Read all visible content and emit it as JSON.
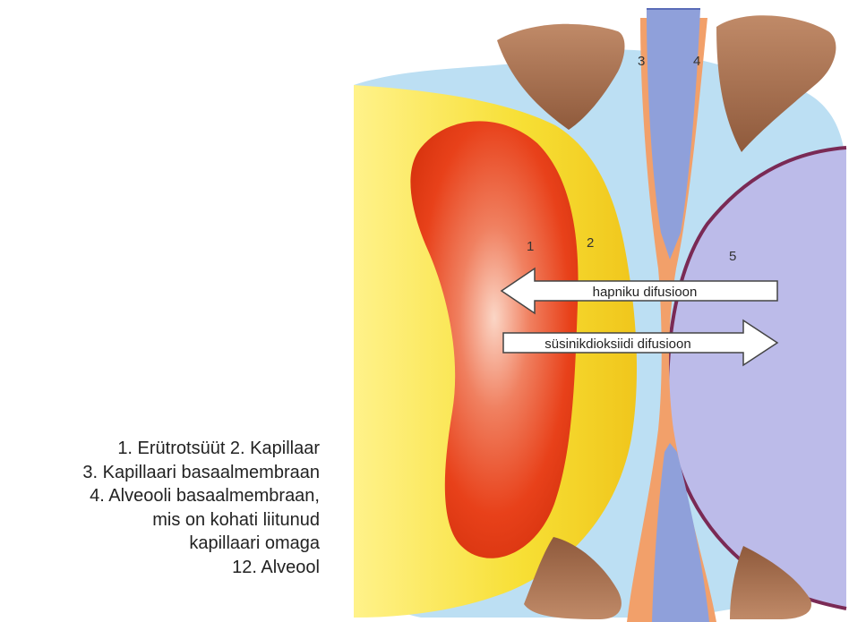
{
  "labels": {
    "n1": "1",
    "n2": "2",
    "n3": "3",
    "n4": "4",
    "n5": "5"
  },
  "arrows": {
    "oxygen": "hapniku difusioon",
    "co2": "süsinikdioksiidi difusioon"
  },
  "caption": {
    "lines": [
      "1. Erütrotsüüt 2. Kapillaar",
      "3. Kapillaari basaalmembraan",
      "4. Alveooli basaalmembraan,",
      "mis on kohati liitunud",
      "kapillaari omaga",
      "12. Alveool"
    ]
  },
  "colors": {
    "alveolus": "#b9b9e8",
    "alveolus_border": "#7a2a55",
    "interstitium": "#b9dcf2",
    "capillary": "#f7df34",
    "erythrocyte": "#e8411a",
    "membrane": "#f2a06a",
    "channel": "#8e9ed8",
    "tissue": "#a8714f"
  }
}
